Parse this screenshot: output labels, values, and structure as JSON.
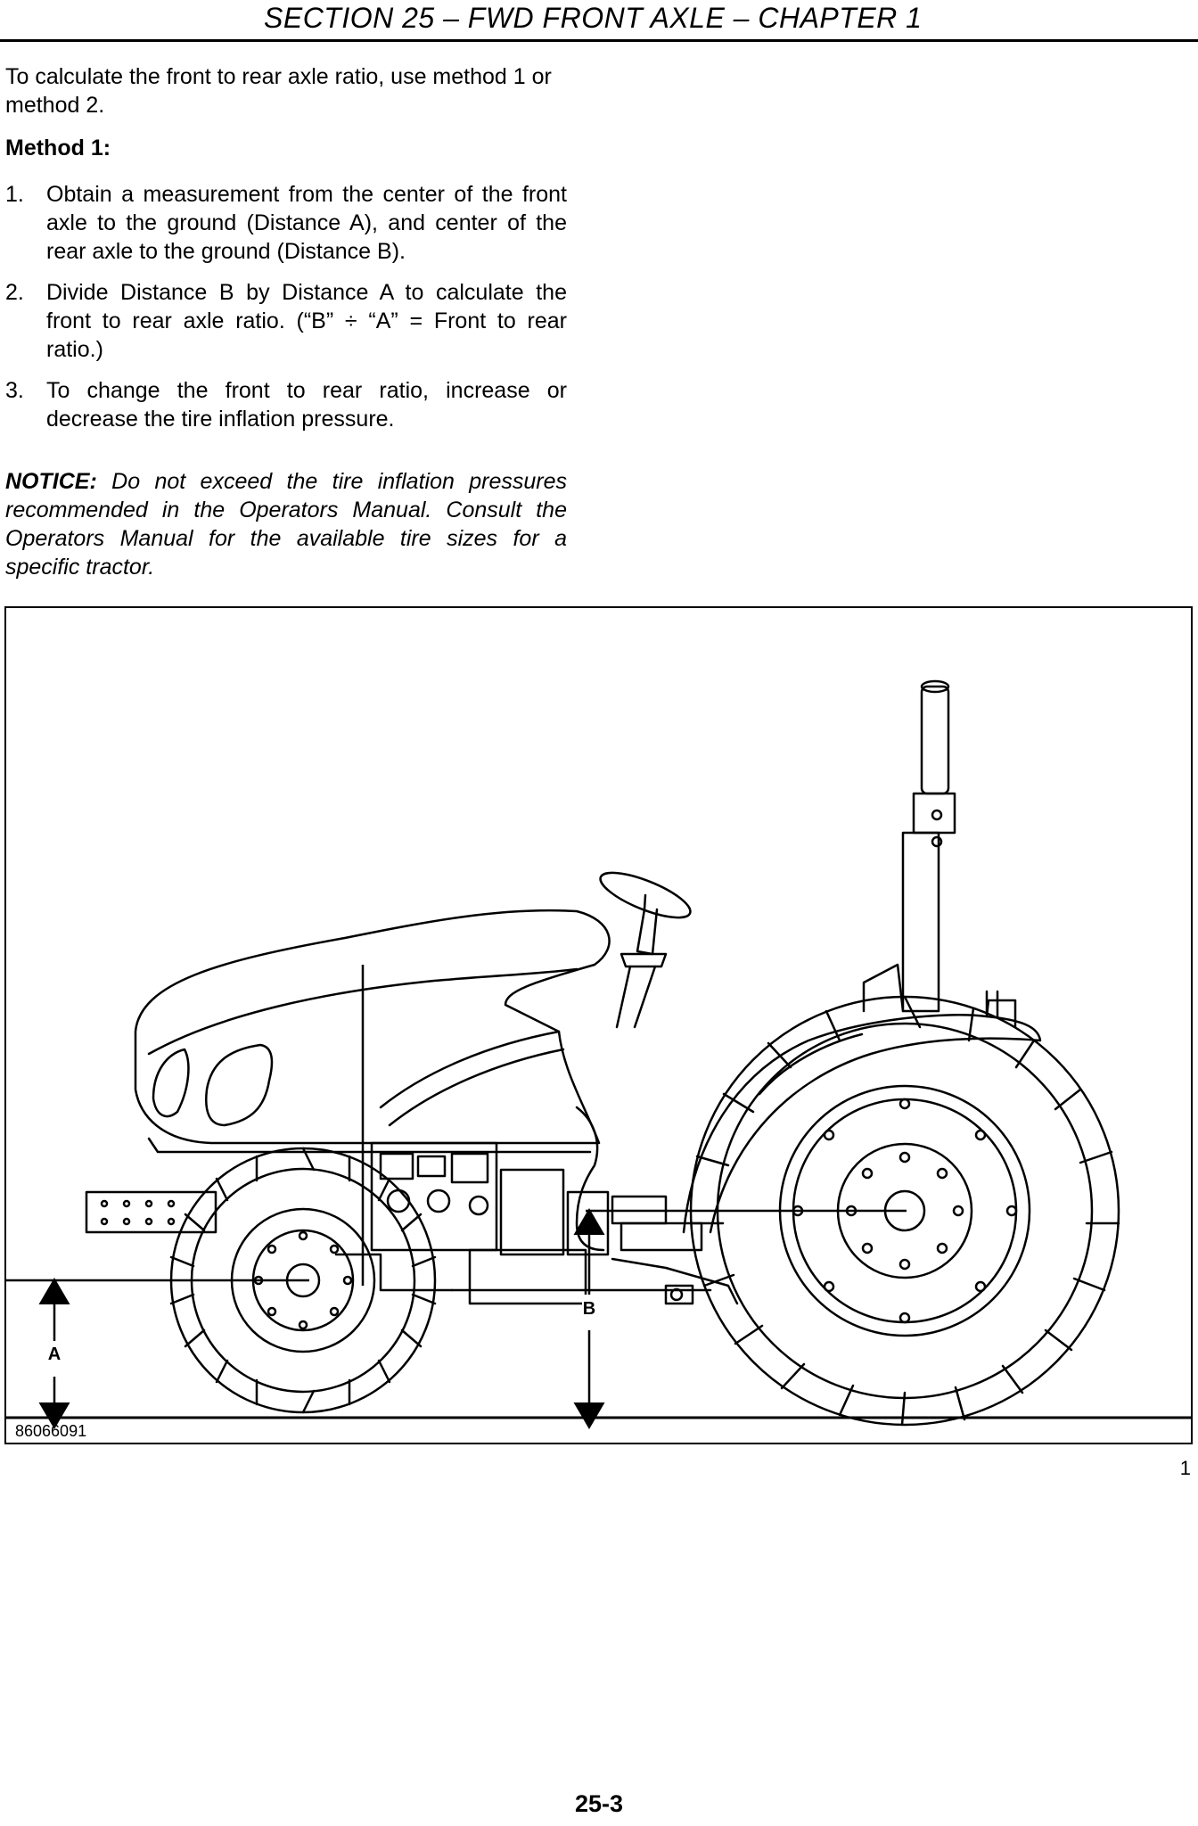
{
  "header": {
    "title": "SECTION 25 – FWD FRONT AXLE – CHAPTER 1"
  },
  "intro": "To calculate the front to rear axle ratio, use method 1 or method 2.",
  "method_heading": "Method 1:",
  "steps": [
    {
      "num": "1.",
      "text": "Obtain a measurement from the center of the front axle to the ground (Distance A), and center of the rear axle to the ground (Distance B)."
    },
    {
      "num": "2.",
      "text": "Divide Distance B by Distance A to calculate the front to rear axle ratio. (“B” ÷ “A” = Front to rear ratio.)"
    },
    {
      "num": "3.",
      "text": "To change the front to rear ratio, increase or decrease the tire inflation pressure."
    }
  ],
  "notice": {
    "label": "NOTICE:",
    "text": " Do not exceed the tire inflation pressures recommended in the Operators Manual. Consult the Operators Manual for the available tire sizes for a specific tractor."
  },
  "figure": {
    "id": "86066091",
    "label_a": "A",
    "label_b": "B",
    "number": "1"
  },
  "page_number": "25-3"
}
